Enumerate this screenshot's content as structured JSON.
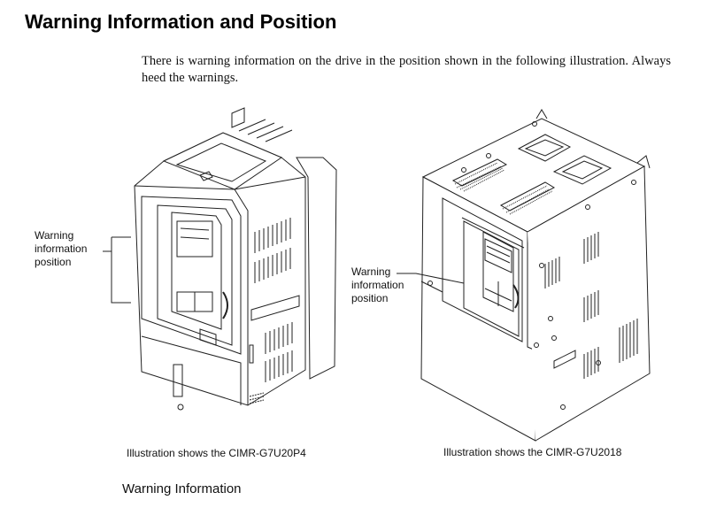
{
  "page": {
    "title": "Warning Information and Position",
    "intro": "There is warning information on the drive in the position shown in the following illustration. Always heed the warnings.",
    "section_heading": "Warning Information"
  },
  "figures": [
    {
      "label_lines": [
        "Warning",
        "information",
        "position"
      ],
      "caption": "Illustration shows the CIMR-G7U20P4"
    },
    {
      "label_lines": [
        "Warning",
        "information",
        "position"
      ],
      "caption": "Illustration shows the CIMR-G7U2018"
    }
  ]
}
